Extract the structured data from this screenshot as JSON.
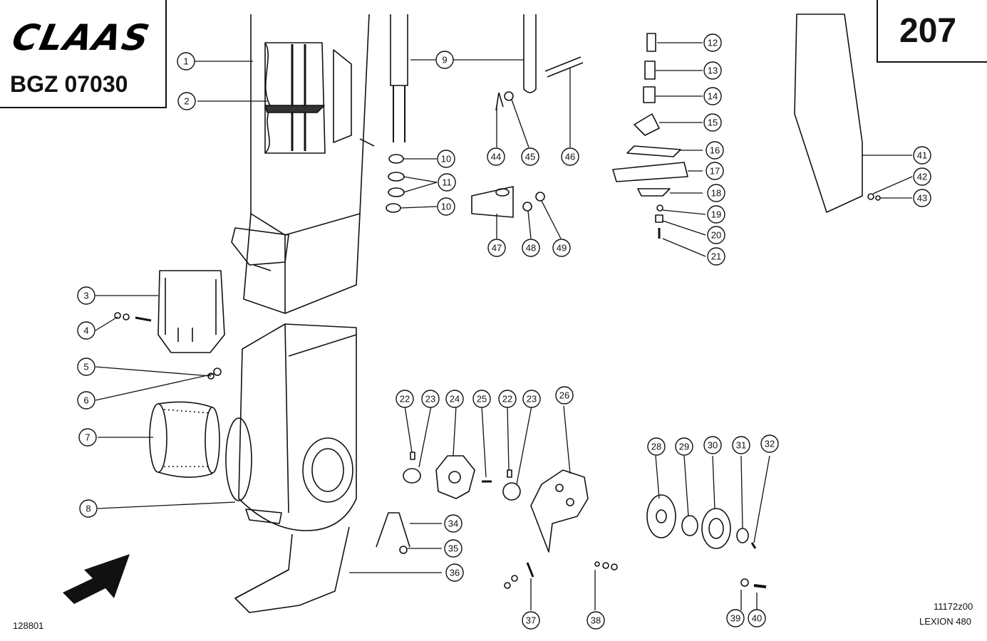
{
  "header": {
    "logo_text": "CLAAS",
    "assembly_code": "BGZ 07030",
    "page_number": "207"
  },
  "footer": {
    "left_code": "128801",
    "drawing_id": "11172z00",
    "model": "LEXION 480"
  },
  "callouts": [
    "1",
    "2",
    "3",
    "4",
    "5",
    "6",
    "7",
    "8",
    "9",
    "10",
    "11",
    "10",
    "12",
    "13",
    "14",
    "15",
    "16",
    "17",
    "18",
    "19",
    "20",
    "21",
    "22",
    "23",
    "24",
    "25",
    "22",
    "23",
    "26",
    "28",
    "29",
    "30",
    "31",
    "32",
    "34",
    "35",
    "36",
    "37",
    "38",
    "39",
    "40",
    "41",
    "42",
    "43",
    "44",
    "45",
    "46",
    "47",
    "48",
    "49"
  ]
}
